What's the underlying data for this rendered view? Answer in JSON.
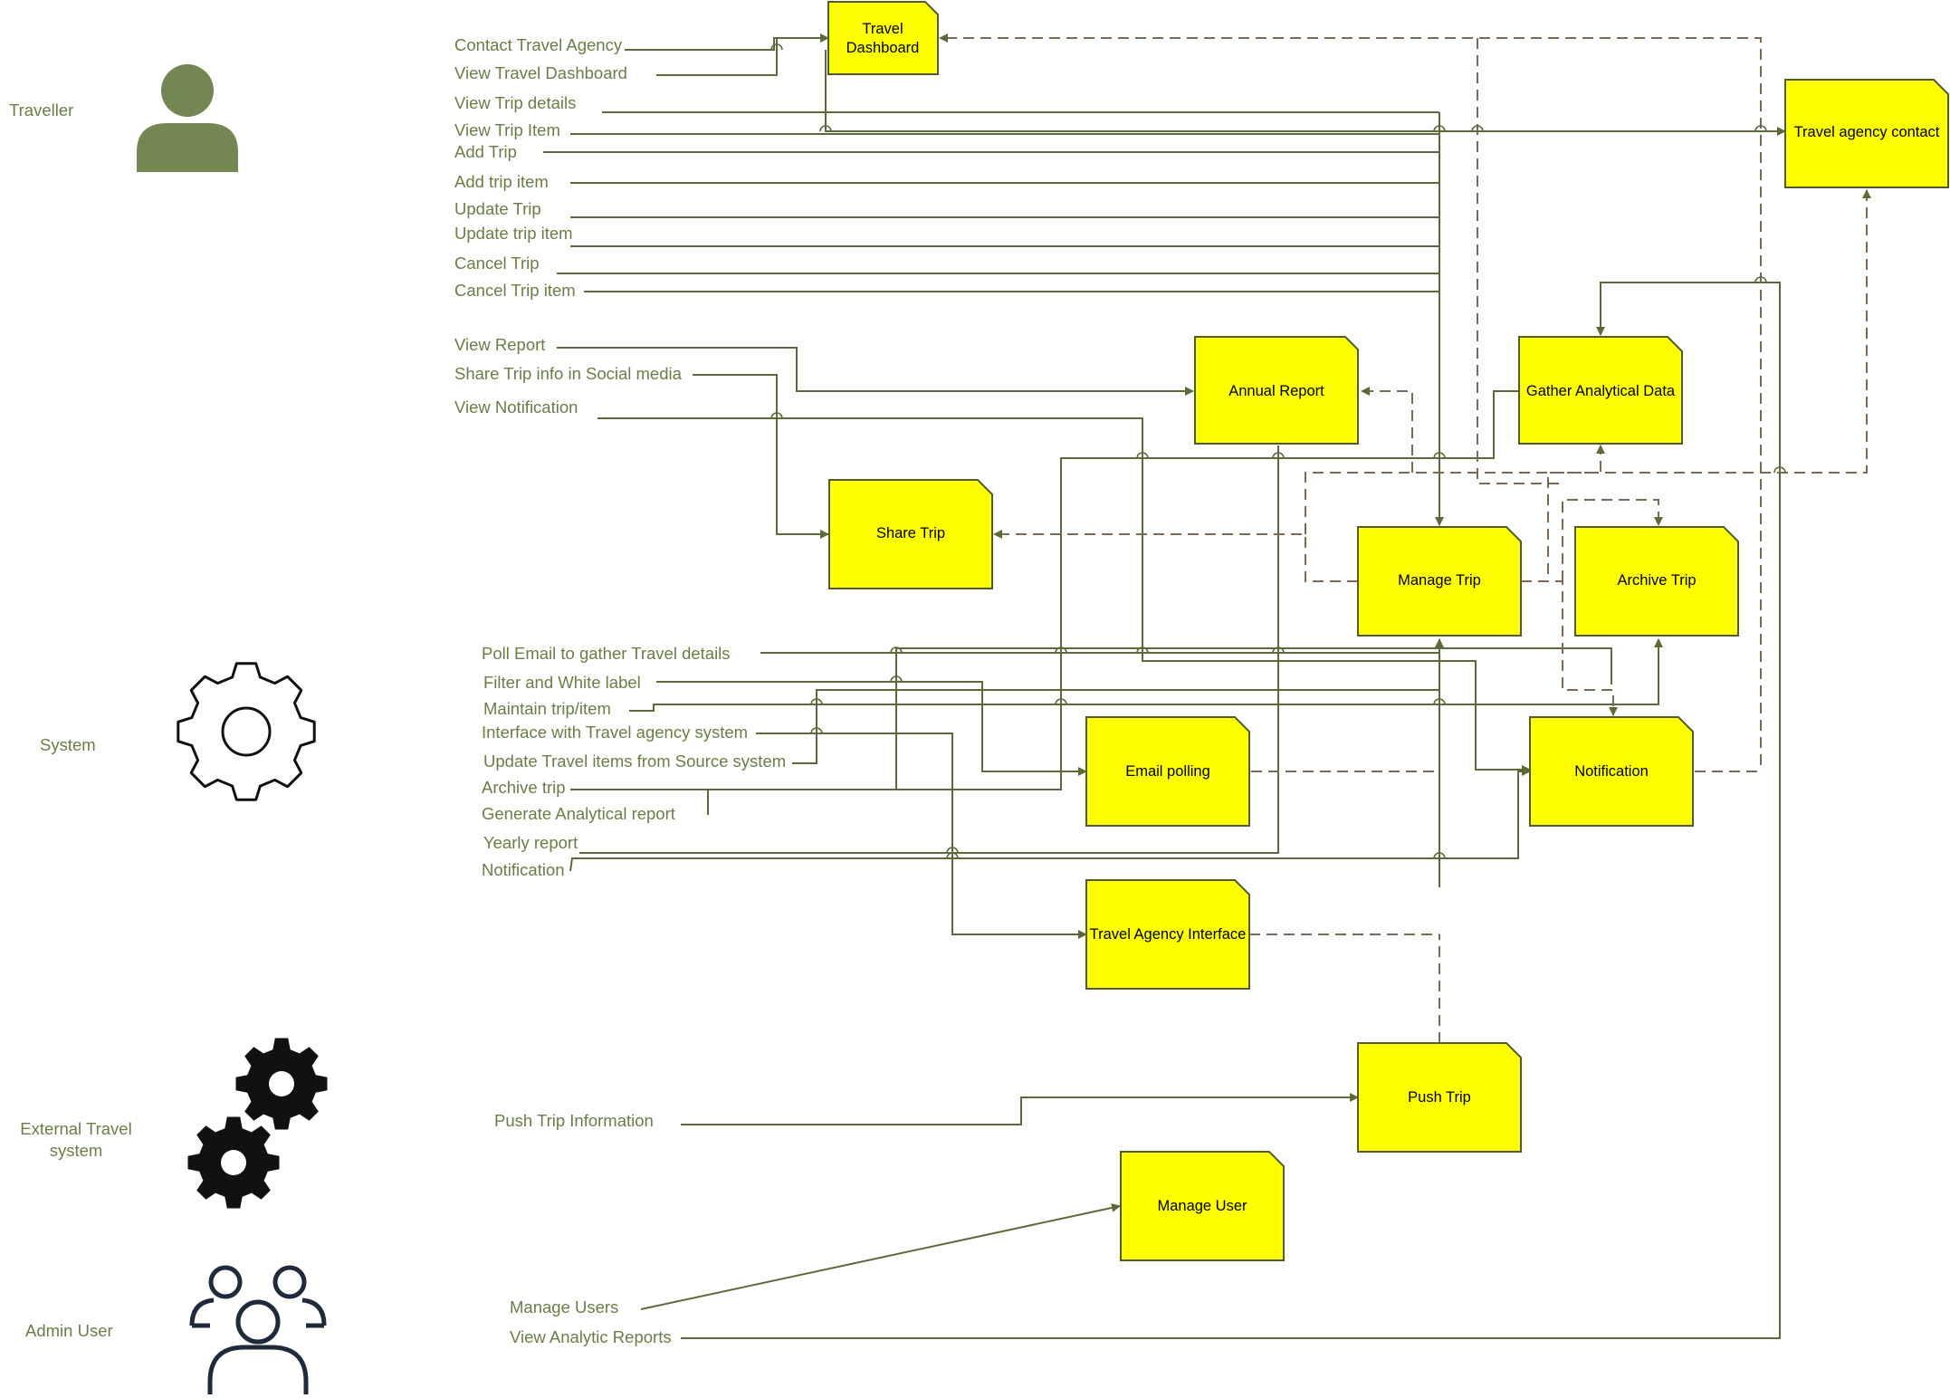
{
  "actors": [
    {
      "id": "traveller",
      "label": "Traveller",
      "icon": "person-icon"
    },
    {
      "id": "system",
      "label": "System",
      "icon": "gear-outline-icon"
    },
    {
      "id": "external",
      "label": "External Travel system",
      "icon": "gears-icon"
    },
    {
      "id": "admin",
      "label": "Admin User",
      "icon": "user-group-icon"
    }
  ],
  "actions": [
    {
      "id": "contact-travel-agency",
      "label": "Contact Travel Agency"
    },
    {
      "id": "view-travel-dashboard",
      "label": "View Travel Dashboard"
    },
    {
      "id": "view-trip-details",
      "label": "View Trip details"
    },
    {
      "id": "view-trip-item",
      "label": "View Trip Item"
    },
    {
      "id": "add-trip",
      "label": "Add Trip"
    },
    {
      "id": "add-trip-item",
      "label": "Add trip item"
    },
    {
      "id": "update-trip",
      "label": "Update Trip"
    },
    {
      "id": "update-trip-item",
      "label": "Update trip item"
    },
    {
      "id": "cancel-trip",
      "label": "Cancel Trip"
    },
    {
      "id": "cancel-trip-item",
      "label": "Cancel Trip item"
    },
    {
      "id": "view-report",
      "label": "View Report"
    },
    {
      "id": "share-trip-info",
      "label": "Share Trip info in Social media"
    },
    {
      "id": "view-notification",
      "label": "View Notification"
    },
    {
      "id": "poll-email",
      "label": "Poll Email to gather Travel details"
    },
    {
      "id": "filter-white-label",
      "label": "Filter and White label"
    },
    {
      "id": "maintain-trip-item",
      "label": "Maintain trip/item"
    },
    {
      "id": "interface-travel-agency",
      "label": "Interface with Travel agency system"
    },
    {
      "id": "update-travel-items",
      "label": "Update Travel items from Source system"
    },
    {
      "id": "archive-trip-action",
      "label": "Archive trip"
    },
    {
      "id": "generate-analytical-report",
      "label": "Generate Analytical report"
    },
    {
      "id": "yearly-report",
      "label": "Yearly report"
    },
    {
      "id": "notification-action",
      "label": "Notification"
    },
    {
      "id": "push-trip-information",
      "label": "Push Trip Information"
    },
    {
      "id": "manage-users",
      "label": "Manage Users"
    },
    {
      "id": "view-analytic-reports",
      "label": "View Analytic Reports"
    }
  ],
  "processes": [
    {
      "id": "travel-dashboard",
      "label": [
        "Travel",
        "Dashboard"
      ]
    },
    {
      "id": "travel-agency-contact",
      "label": [
        "Travel agency contact"
      ]
    },
    {
      "id": "annual-report",
      "label": [
        "Annual Report"
      ]
    },
    {
      "id": "gather-analytical-data",
      "label": [
        "Gather Analytical Data"
      ]
    },
    {
      "id": "share-trip",
      "label": [
        "Share Trip"
      ]
    },
    {
      "id": "manage-trip",
      "label": [
        "Manage Trip"
      ]
    },
    {
      "id": "archive-trip",
      "label": [
        "Archive Trip"
      ]
    },
    {
      "id": "email-polling",
      "label": [
        "Email polling"
      ]
    },
    {
      "id": "notification",
      "label": [
        "Notification"
      ]
    },
    {
      "id": "travel-agency-interface",
      "label": [
        "Travel Agency Interface"
      ]
    },
    {
      "id": "push-trip",
      "label": [
        "Push Trip"
      ]
    },
    {
      "id": "manage-user",
      "label": [
        "Manage User"
      ]
    }
  ],
  "colors": {
    "process_fill": "#ffff00",
    "process_stroke": "#4f5a2e",
    "line": "#5c6a3a",
    "dashed_line": "#7a6a55",
    "label_text": "#6b7d46",
    "person_icon": "#748651",
    "icon_dark": "#111111",
    "admin_icon": "#1f2a3a"
  }
}
